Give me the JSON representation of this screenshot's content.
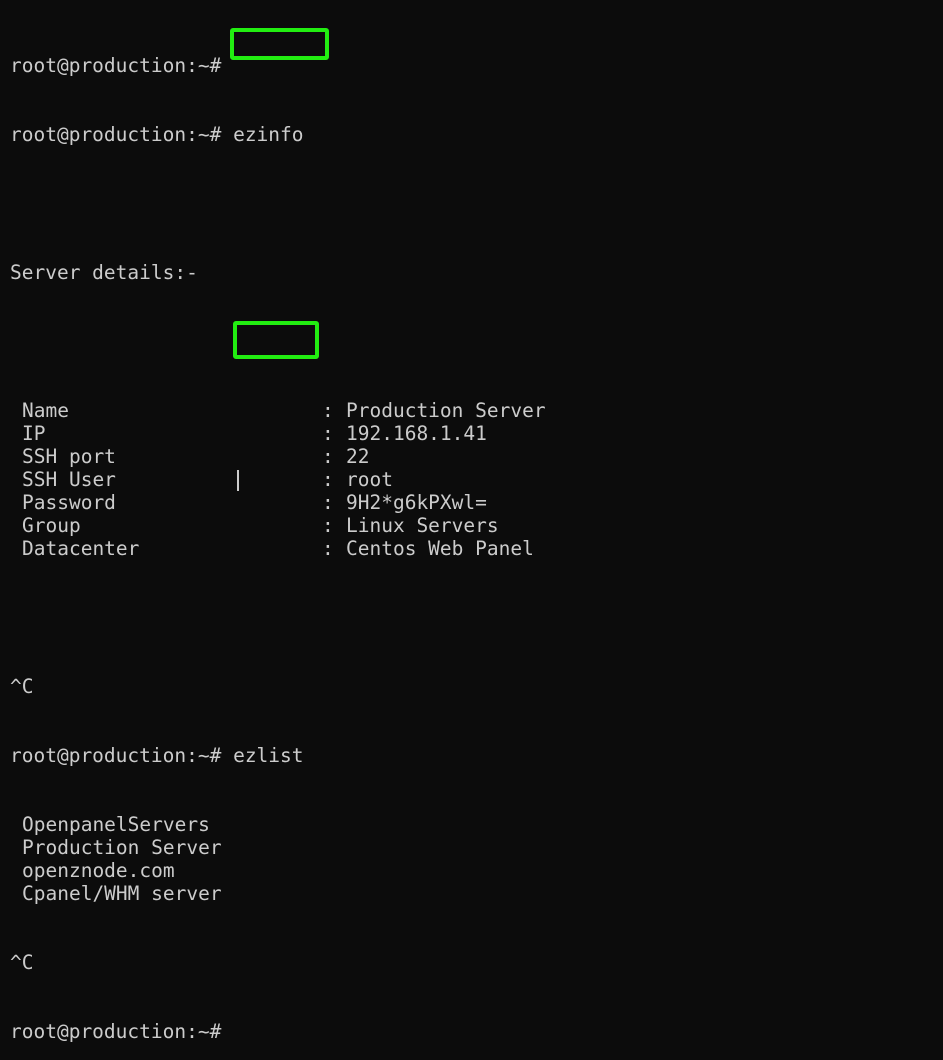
{
  "terminal": {
    "prompt": "root@production:~#",
    "commands": {
      "ezinfo": "ezinfo",
      "ezlist": "ezlist"
    },
    "server_details_heading": "Server details:-",
    "details": [
      {
        "key": "Name",
        "value": "Production Server"
      },
      {
        "key": "IP",
        "value": "192.168.1.41"
      },
      {
        "key": "SSH port",
        "value": "22"
      },
      {
        "key": "SSH User",
        "value": "root"
      },
      {
        "key": "Password",
        "value": "9H2*g6kPXwl="
      },
      {
        "key": "Group",
        "value": "Linux Servers"
      },
      {
        "key": "Datacenter",
        "value": "Centos Web Panel"
      }
    ],
    "separator": ":",
    "interrupt": "^C",
    "server_list": [
      "OpenpanelServers",
      "Production Server",
      "openznode.com",
      "Cpanel/WHM server"
    ]
  },
  "colors": {
    "background": "#0c0c0c",
    "text": "#cccccc",
    "highlight": "#22ee11"
  }
}
